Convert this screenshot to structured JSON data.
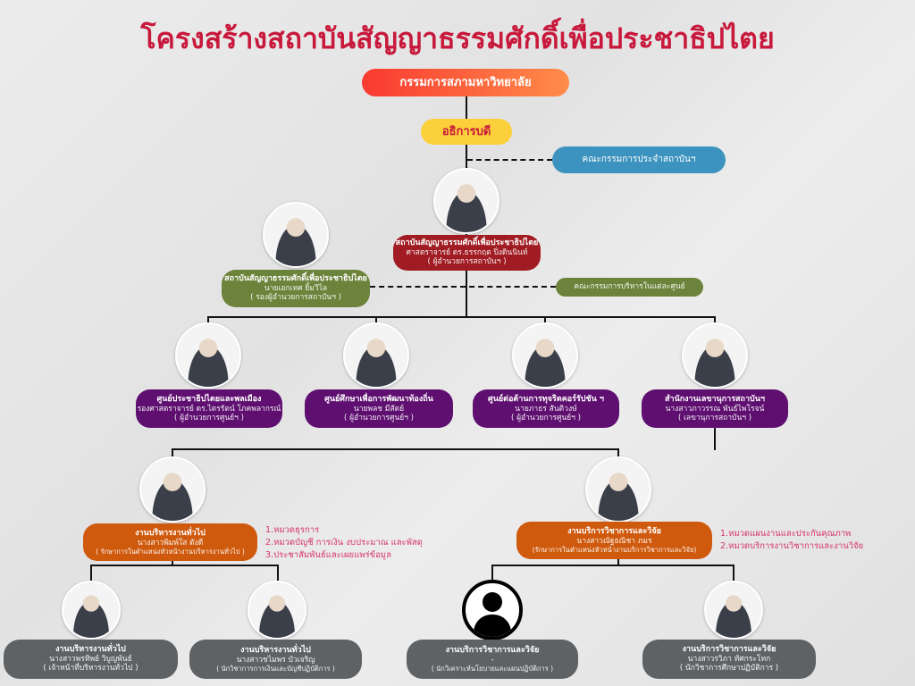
{
  "title": "โครงสร้างสถาบันสัญญาธรรมศักดิ์เพื่อประชาธิปไตย",
  "council": "กรรมการสภามหาวิทยาลัย",
  "president": "อธิการบดี",
  "institute_committee": "คณะกรรมการประจำสถาบันฯ",
  "center_committee": "คณะกรรมการบริหารในแต่ละศูนย์",
  "director": {
    "unit": "สถาบันสัญญาธรรมศักดิ์เพื่อประชาธิปไตย",
    "name": "ศาสตราจารย์ ดร.ธรรกฤต ปิ่งดินนินท์",
    "role": "( ผู้อำนวยการสถาบันฯ )"
  },
  "deputy": {
    "unit": "สถาบันสัญญาธรรมศักดิ์เพื่อประชาธิปไตย",
    "name": "นายเอกเทศ ยิ้มวิไล",
    "role": "( รองผู้อำนวยการสถาบันฯ )"
  },
  "centers": [
    {
      "unit": "ศูนย์ประชาธิปไตยและพลเมือง",
      "name": "รองศาสตราจารย์ ดร.ไตรรัตน์ โภคพลากรณ์",
      "role": "( ผู้อำนวยการศูนย์ฯ )"
    },
    {
      "unit": "ศูนย์ศึกษาเพื่อการพัฒนาท้องถิ่น",
      "name": "นายพลช มีสัตย์",
      "role": "( ผู้อำนวยการศูนย์ฯ )"
    },
    {
      "unit": "ศูนย์ต่อต้านการทุจริตคอร์รัปชัน ฯ",
      "name": "นายภาธร สันติวงษ์",
      "role": "( ผู้อำนวยการศูนย์ฯ )"
    },
    {
      "unit": "สำนักงานเลขานุการสถาบันฯ",
      "name": "นางสาวภาวรรณ พันธ์ไพโรจน์",
      "role": "( เลขานุการสถาบันฯ )"
    }
  ],
  "sections": [
    {
      "unit": "งานบริหารงานทั่วไป",
      "name": "นางสาวพิมพ์ใส ดังดี",
      "role": "( รักษาการในตำแหน่งหัวหน้างานบริหารงานทั่วไป )",
      "duties": [
        "1.หมวดธุรการ",
        "2.หมวดบัญชี การเงิน งบประมาณ และพัสดุ",
        "3.ประชาสัมพันธ์และเผยแพร่ข้อมูล"
      ]
    },
    {
      "unit": "งานบริการวิชาการและวิจัย",
      "name": "นางสาวณัฐธณิชา ภมร",
      "role": "(รักษาการในตำแหน่งหัวหน้างานบริการวิชาการและวิจัย)",
      "duties": [
        "1.หมวดแผนงานและประกันคุณภาพ",
        "2.หมวดบริการงานวิชาการและงานวิจัย"
      ]
    }
  ],
  "staff": [
    {
      "unit": "งานบริหารงานทั่วไป",
      "name": "นางสาวพรทิพย์ วิบูญพันธ์",
      "role": "( เจ้าหน้าที่บริหารงานทั่วไป )"
    },
    {
      "unit": "งานบริหารงานทั่วไป",
      "name": "นางสาวชไมพร บัวเจริญ",
      "role": "( นักวิชาการการเงินและบัญชีปฏิบัติการ )"
    },
    {
      "unit": "งานบริการวิชาการและวิจัย",
      "name": "-",
      "role": "( นักวิเคราะห์นโยบายและแผนปฏิบัติการ )"
    },
    {
      "unit": "งานบริการวิชาการและวิจัย",
      "name": "นางสาวรวิภา ทัศกระโทก",
      "role": "( นักวิชาการศึกษาปฏิบัติการ )"
    }
  ]
}
